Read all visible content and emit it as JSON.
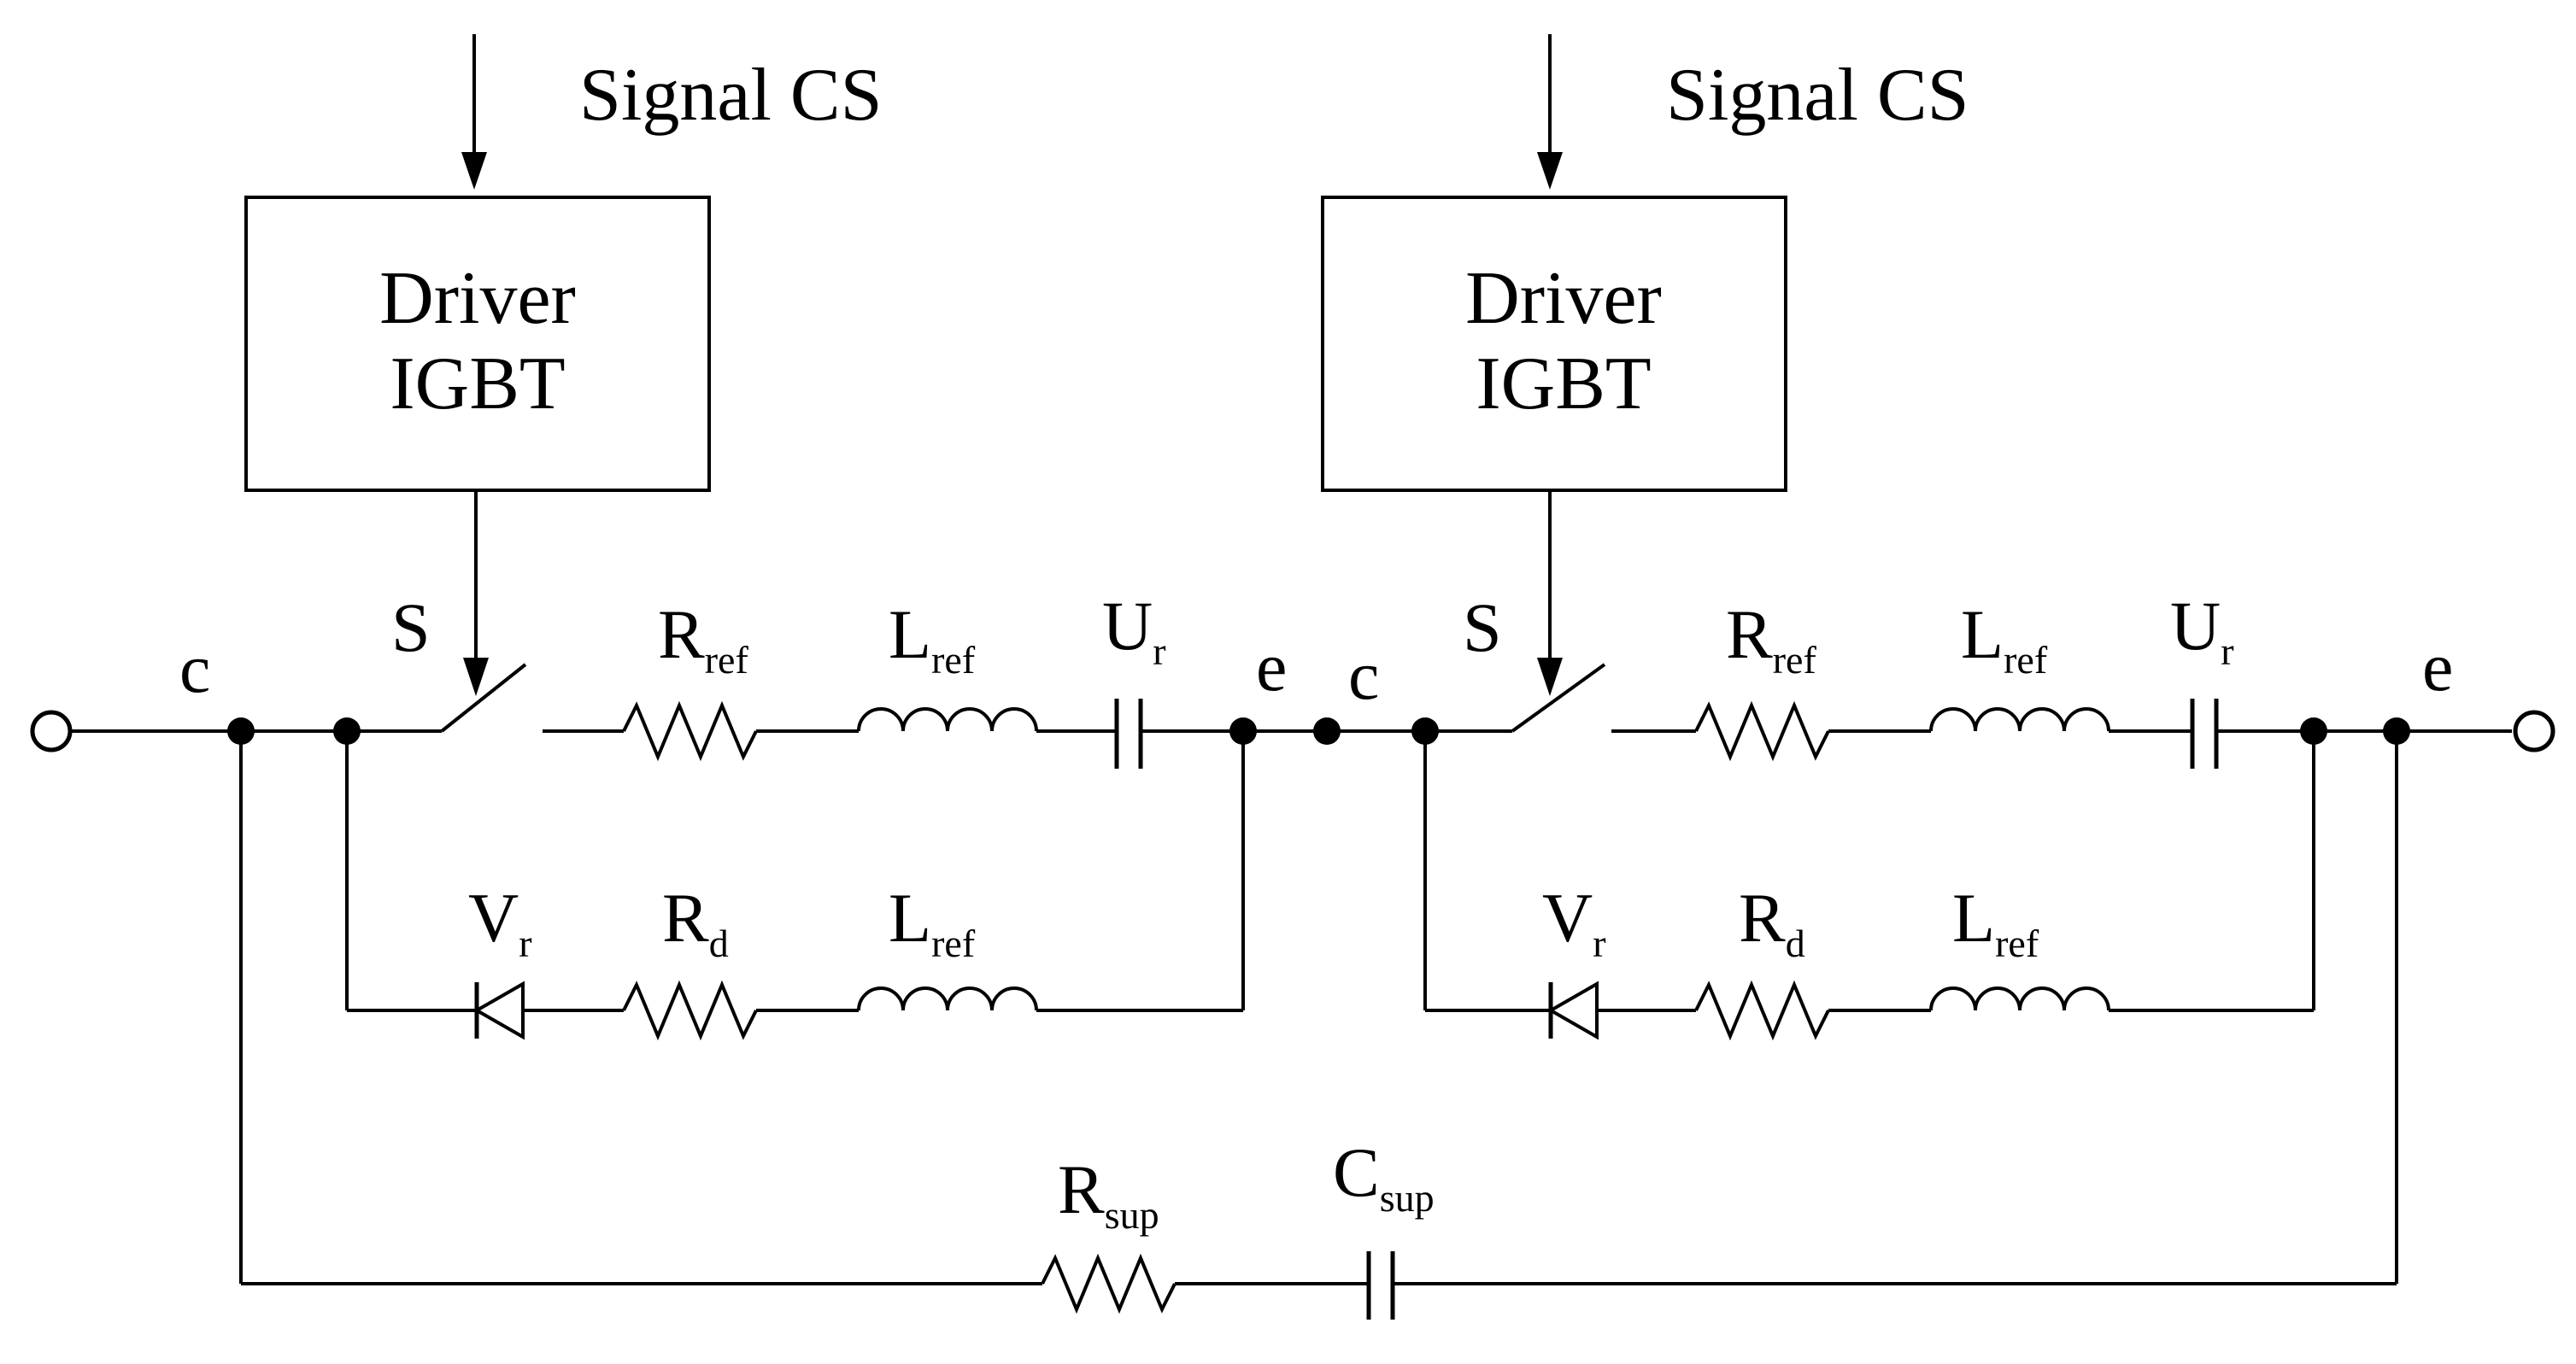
{
  "stages": [
    {
      "signal": "Signal CS",
      "driver_line1": "Driver",
      "driver_line2": "IGBT",
      "switch": "S",
      "node_c": "c",
      "node_e": "e",
      "r_ref": {
        "base": "R",
        "sub": "ref"
      },
      "l_ref_top": {
        "base": "L",
        "sub": "ref"
      },
      "u_r": {
        "base": "U",
        "sub": "r"
      },
      "v_r": {
        "base": "V",
        "sub": "r"
      },
      "r_d": {
        "base": "R",
        "sub": "d"
      },
      "l_ref_bottom": {
        "base": "L",
        "sub": "ref"
      }
    },
    {
      "signal": "Signal CS",
      "driver_line1": "Driver",
      "driver_line2": "IGBT",
      "switch": "S",
      "node_c": "c",
      "node_e": "e",
      "r_ref": {
        "base": "R",
        "sub": "ref"
      },
      "l_ref_top": {
        "base": "L",
        "sub": "ref"
      },
      "u_r": {
        "base": "U",
        "sub": "r"
      },
      "v_r": {
        "base": "V",
        "sub": "r"
      },
      "r_d": {
        "base": "R",
        "sub": "d"
      },
      "l_ref_bottom": {
        "base": "L",
        "sub": "ref"
      }
    }
  ],
  "snubber": {
    "r_sup": {
      "base": "R",
      "sub": "sup"
    },
    "c_sup": {
      "base": "C",
      "sub": "sup"
    }
  }
}
